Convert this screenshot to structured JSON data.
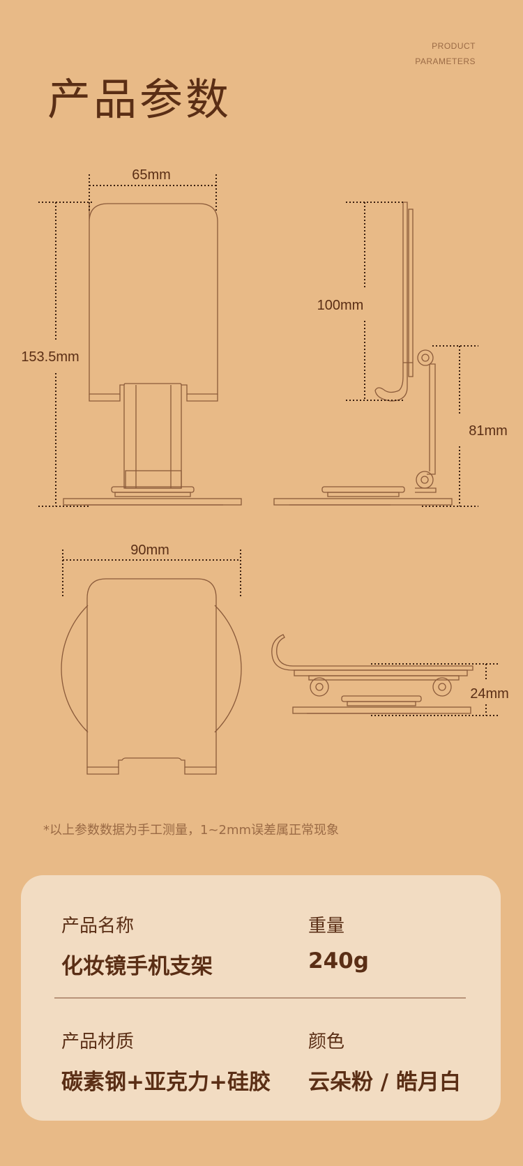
{
  "header": {
    "tag_line1": "PRODUCT",
    "tag_line2": "PARAMETERS",
    "title": "产品参数"
  },
  "dimensions": {
    "width_top": "65mm",
    "height_total": "153.5mm",
    "side_upper": "100mm",
    "side_lower": "81mm",
    "base_width": "90mm",
    "folded_height": "24mm"
  },
  "note": "*以上参数数据为手工测量，1~2mm误差属正常现象",
  "specs": {
    "name_label": "产品名称",
    "name_value": "化妆镜手机支架",
    "weight_label": "重量",
    "weight_value": "240g",
    "material_label": "产品材质",
    "material_value": "碳素钢+亚克力+硅胶",
    "color_label": "颜色",
    "color_value": "云朵粉 / 皓月白"
  },
  "colors": {
    "background": "#e8ba87",
    "card": "#f2dcc2",
    "text": "#5a2e15"
  }
}
